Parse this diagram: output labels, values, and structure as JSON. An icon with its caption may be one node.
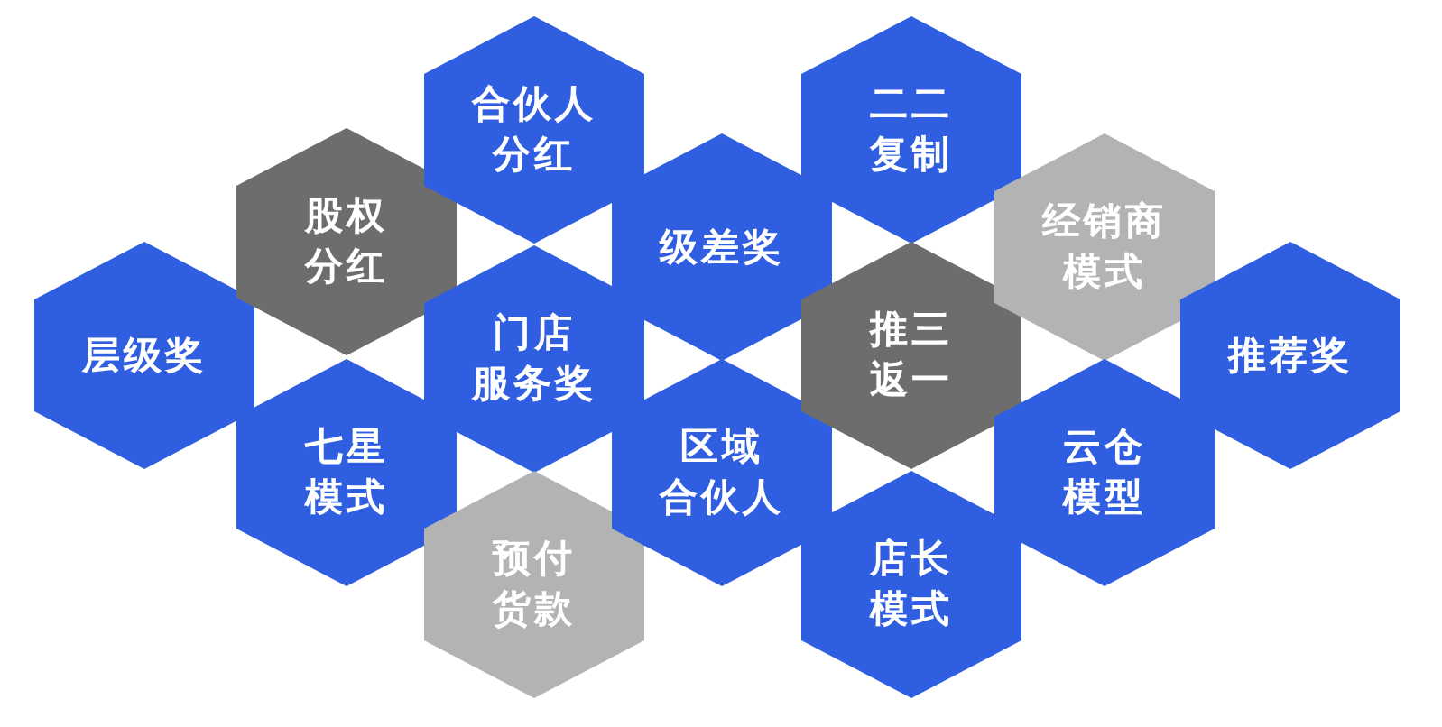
{
  "diagram": {
    "nodes": [
      {
        "text": [
          "层级奖"
        ]
      },
      {
        "text": [
          "股权分红"
        ]
      },
      {
        "text": [
          "七星模式"
        ]
      },
      {
        "text": [
          "合伙人分红"
        ]
      },
      {
        "text": [
          "门店服务奖"
        ]
      },
      {
        "text": [
          "预付货款"
        ]
      },
      {
        "text": [
          "级差奖"
        ]
      },
      {
        "text": [
          "区域合伙人"
        ]
      },
      {
        "text": [
          "二二复制"
        ]
      },
      {
        "text": [
          "推三返一"
        ]
      },
      {
        "text": [
          "店长模式"
        ]
      },
      {
        "text": [
          "经销商模式"
        ]
      },
      {
        "text": [
          "云仓模型"
        ]
      },
      {
        "text": [
          "推荐奖"
        ]
      }
    ]
  }
}
